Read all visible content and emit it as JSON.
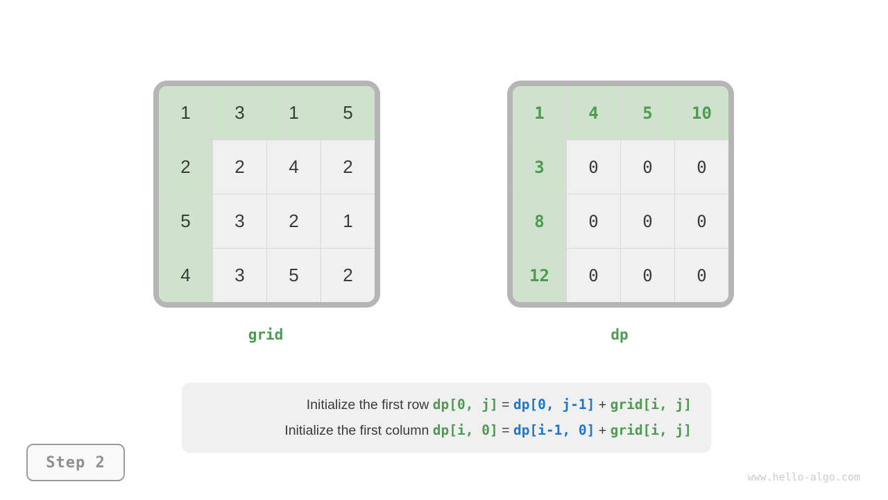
{
  "watermark": "www.hello-algo.com",
  "step": {
    "label": "Step 2"
  },
  "colors": {
    "highlight_bg": "#cfe3cc",
    "cell_bg": "#f0f0f0",
    "frame_border": "#b5b5b5",
    "divider": "#d9d9d9",
    "panel_bg": "#f0f0f0",
    "green_text": "#4c9b50",
    "blue_text": "#1976d2",
    "dark_text": "#3a3a3a"
  },
  "grids": [
    {
      "label": "grid",
      "value_style": "plain",
      "rows": [
        [
          1,
          3,
          1,
          5
        ],
        [
          2,
          2,
          4,
          2
        ],
        [
          5,
          3,
          2,
          1
        ],
        [
          4,
          3,
          5,
          2
        ]
      ]
    },
    {
      "label": "dp",
      "value_style": "code",
      "rows": [
        [
          1,
          4,
          5,
          10
        ],
        [
          3,
          0,
          0,
          0
        ],
        [
          8,
          0,
          0,
          0
        ],
        [
          12,
          0,
          0,
          0
        ]
      ]
    }
  ],
  "caption": {
    "lines": [
      [
        {
          "text": "Initialize the first row ",
          "style": "plain"
        },
        {
          "text": "dp[0, j]",
          "style": "green"
        },
        {
          "text": " = ",
          "style": "plain"
        },
        {
          "text": "dp[0, j-1]",
          "style": "blue"
        },
        {
          "text": " + ",
          "style": "plain"
        },
        {
          "text": "grid[i, j]",
          "style": "green"
        }
      ],
      [
        {
          "text": "Initialize the first column ",
          "style": "plain"
        },
        {
          "text": "dp[i, 0]",
          "style": "green"
        },
        {
          "text": " = ",
          "style": "plain"
        },
        {
          "text": "dp[i-1, 0]",
          "style": "blue"
        },
        {
          "text": " + ",
          "style": "plain"
        },
        {
          "text": "grid[i, j]",
          "style": "green"
        }
      ]
    ]
  }
}
